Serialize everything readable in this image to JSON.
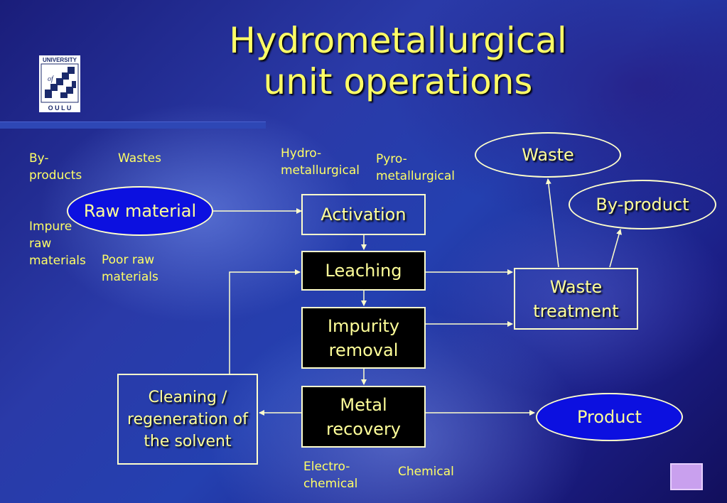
{
  "title": {
    "line1": "Hydrometallurgical",
    "line2": "unit operations"
  },
  "logo": {
    "top_text": "UNIVERSITY",
    "of_text": "of",
    "bottom_text": "O U L U"
  },
  "labels": {
    "by_products": "By-products",
    "wastes": "Wastes",
    "impure_raw": "Impure raw materials",
    "poor_raw": "Poor raw materials",
    "hydro": "Hydro-metallurgical",
    "pyro": "Pyro-metallurgical",
    "electro": "Electro-chemical",
    "chemical": "Chemical"
  },
  "nodes": {
    "raw_material": "Raw material",
    "activation": "Activation",
    "leaching": "Leaching",
    "impurity_removal": "Impurity removal",
    "metal_recovery": "Metal recovery",
    "cleaning": "Cleaning / regeneration of the solvent",
    "waste_treatment": "Waste treatment",
    "waste": "Waste",
    "by_product": "By-product",
    "product": "Product"
  },
  "colors": {
    "text_yellow": "#ffff66",
    "line": "#ffffcc",
    "ellipse_fill": "#0c10e0",
    "box_fill": "#000000",
    "background": "#2440b0"
  }
}
